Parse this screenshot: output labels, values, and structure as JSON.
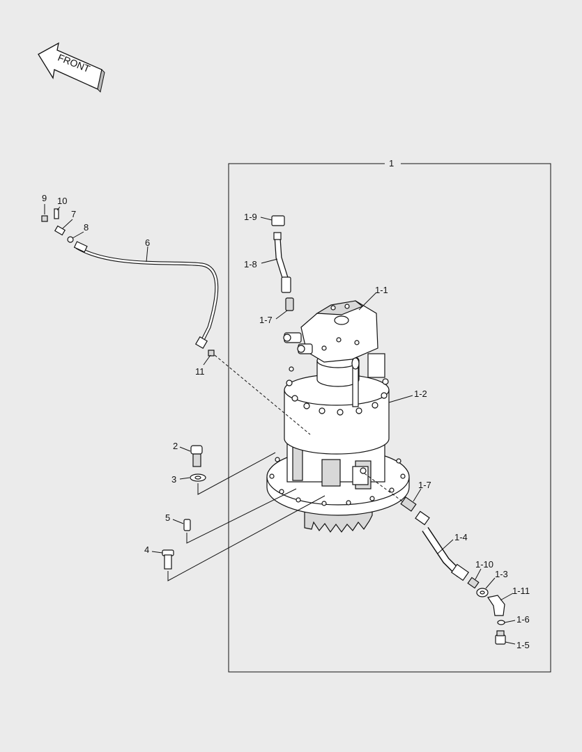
{
  "front_arrow": {
    "text": "FRONT"
  },
  "callouts": {
    "c1": "1",
    "c1_1": "1-1",
    "c1_2": "1-2",
    "c1_3": "1-3",
    "c1_4": "1-4",
    "c1_5": "1-5",
    "c1_6": "1-6",
    "c1_7a": "1-7",
    "c1_7b": "1-7",
    "c1_8": "1-8",
    "c1_9": "1-9",
    "c1_10": "1-10",
    "c1_11": "1-11",
    "c2": "2",
    "c3": "3",
    "c4": "4",
    "c5": "5",
    "c6": "6",
    "c7": "7",
    "c8": "8",
    "c9": "9",
    "c10": "10",
    "c11": "11"
  }
}
